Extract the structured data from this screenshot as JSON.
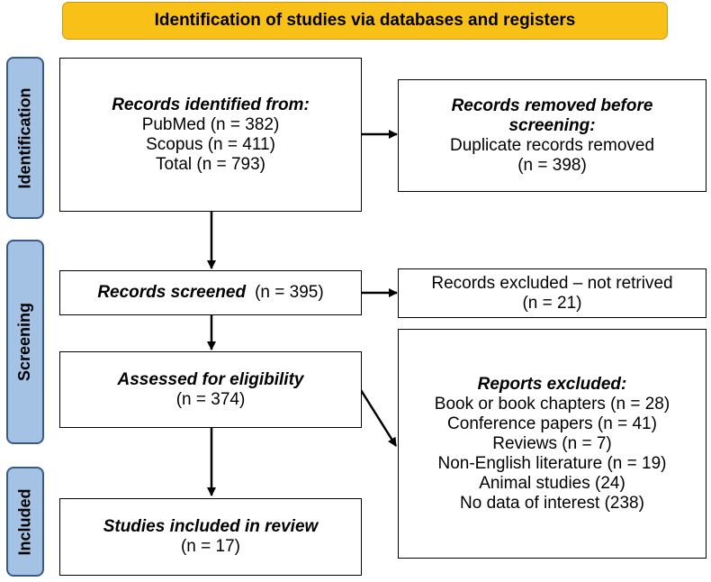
{
  "header": {
    "title": "Identification of studies via databases and registers"
  },
  "phases": [
    {
      "label": "Identification"
    },
    {
      "label": "Screening"
    },
    {
      "label": "Included"
    }
  ],
  "boxes": {
    "identified": {
      "heading": "Records identified from:",
      "lines": [
        "PubMed (n = 382)",
        "Scopus (n = 411)",
        "Total (n = 793)"
      ]
    },
    "removed": {
      "heading": "Records removed before screening:",
      "lines": [
        "Duplicate records removed",
        "(n = 398)"
      ]
    },
    "screened": {
      "heading": "Records screened",
      "count": "(n = 395)"
    },
    "not_retrieved": {
      "lines": [
        "Records excluded – not retrived",
        "(n = 21)"
      ]
    },
    "eligibility": {
      "heading": "Assessed for eligibility",
      "count": "(n = 374)"
    },
    "reports_excluded": {
      "heading": "Reports excluded:",
      "lines": [
        "Book or book chapters (n = 28)",
        "Conference papers (n = 41)",
        "Reviews (n = 7)",
        "Non-English literature (n = 19)",
        "Animal studies (24)",
        "No data of interest (238)"
      ]
    },
    "included": {
      "heading": "Studies included in review",
      "count": "(n = 17)"
    }
  },
  "colors": {
    "header_fill": "#f9c117",
    "phase_fill": "#a4c2e4",
    "phase_border": "#3a5a85"
  }
}
